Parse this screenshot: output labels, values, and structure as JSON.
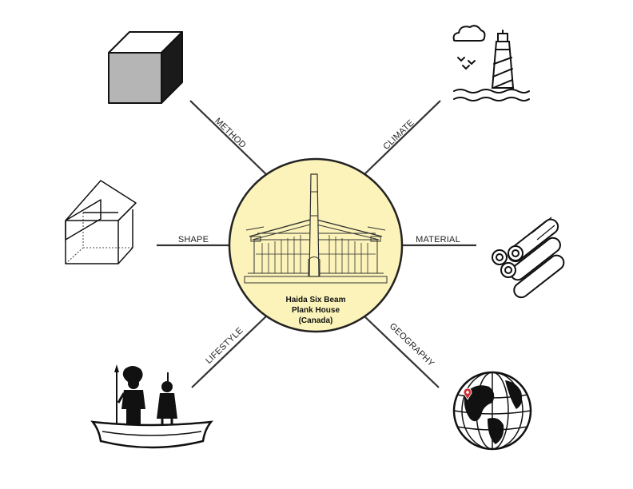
{
  "center": {
    "title_lines": [
      "Haida Six Beam",
      "Plank House",
      "(Canada)"
    ],
    "fill_color": "#fbf3b9",
    "stroke_color": "#222222",
    "illustration": "plank-house-illustration"
  },
  "spokes": [
    {
      "id": "method",
      "label": "METHOD",
      "icon": "cube-icon"
    },
    {
      "id": "climate",
      "label": "CLIMATE",
      "icon": "lighthouse-icon"
    },
    {
      "id": "shape",
      "label": "SHAPE",
      "icon": "house-wireframe-icon"
    },
    {
      "id": "material",
      "label": "MATERIAL",
      "icon": "logs-icon"
    },
    {
      "id": "lifestyle",
      "label": "LIFESTYLE",
      "icon": "canoe-people-icon"
    },
    {
      "id": "geography",
      "label": "GEOGRAPHY",
      "icon": "globe-icon"
    }
  ],
  "colors": {
    "line": "#333333",
    "cube_front": "#b5b5b5",
    "cube_side": "#1a1a1a",
    "map_pin": "#d0333a"
  }
}
